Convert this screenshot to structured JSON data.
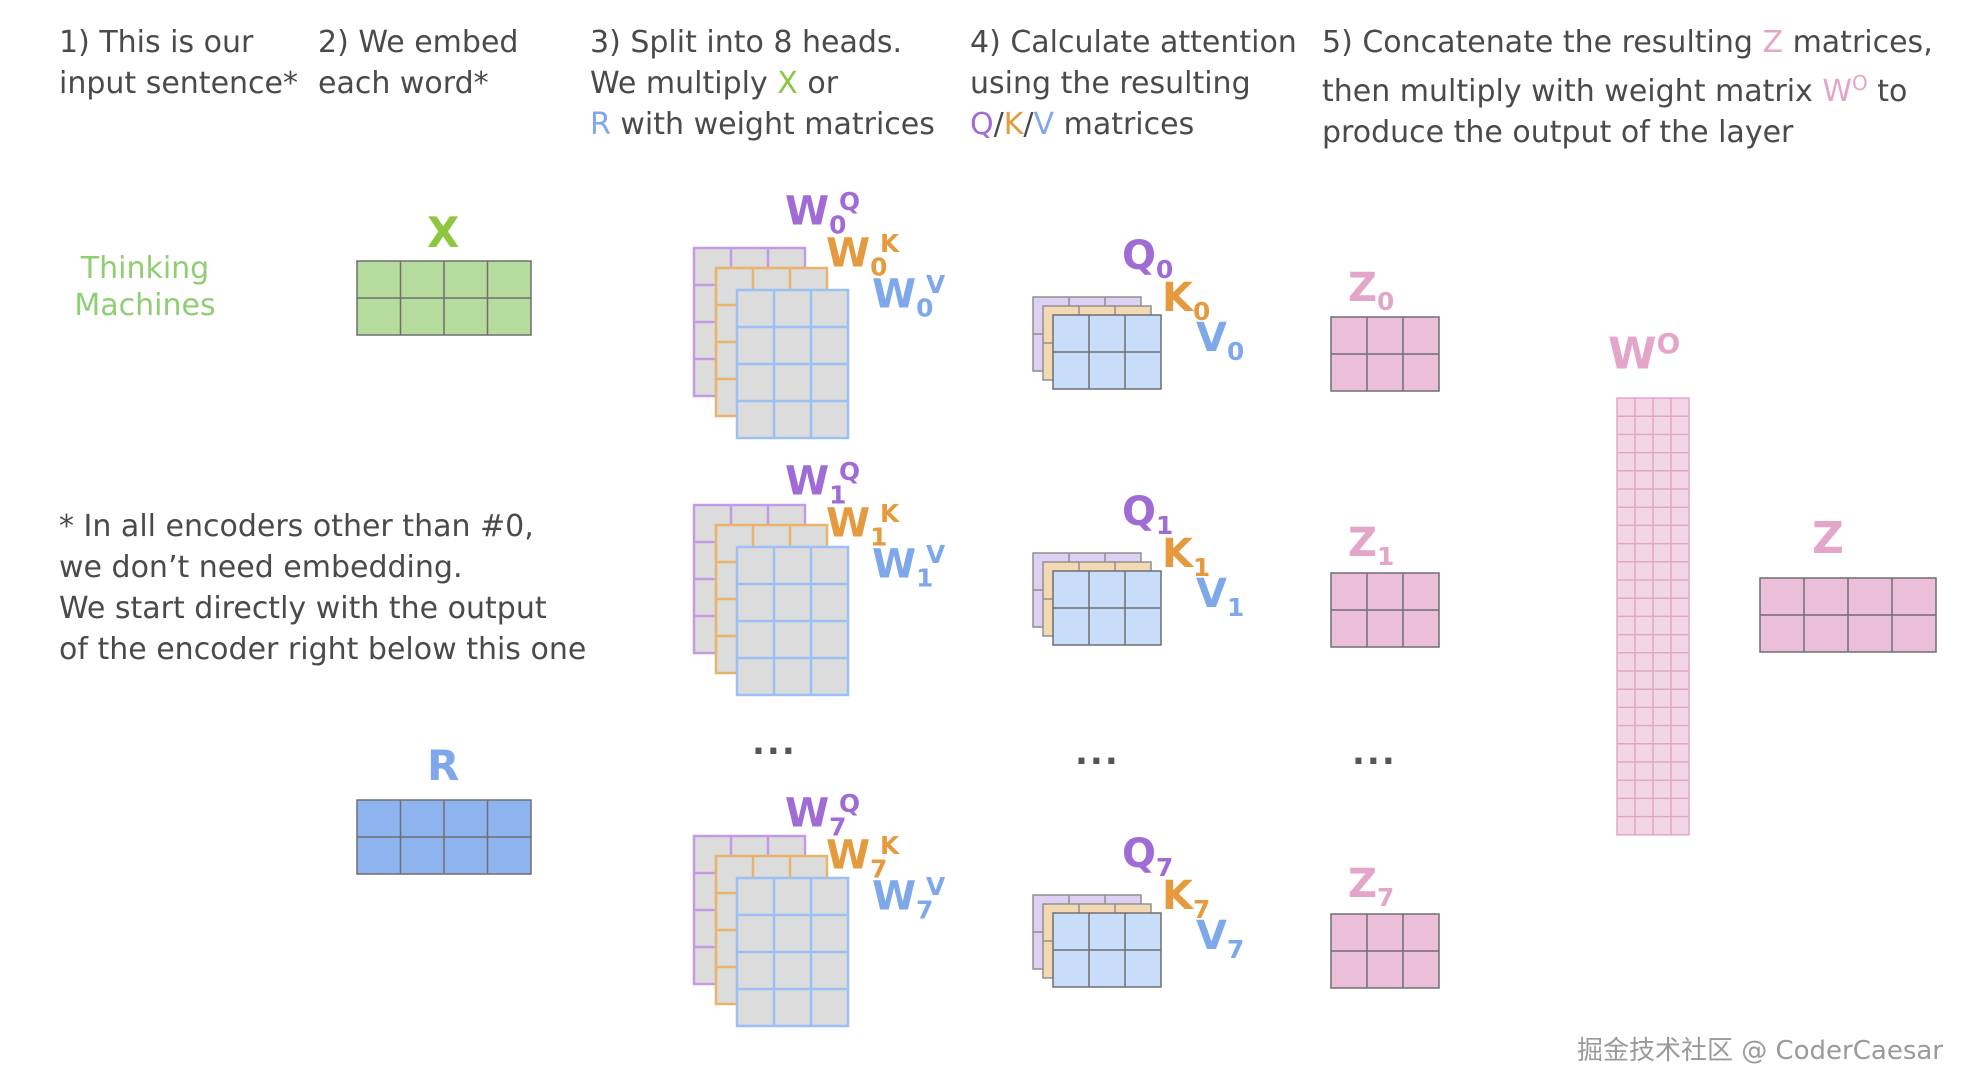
{
  "steps": [
    {
      "lines": [
        "1) This is our",
        "input sentence*"
      ]
    },
    {
      "lines": [
        "2) We embed",
        "each word*"
      ]
    },
    {
      "line1": "3) Split into 8 heads.",
      "line2_a": "We multiply ",
      "line2_x": "X",
      "line2_b": " or",
      "line3_r": "R",
      "line3_b": " with weight matrices"
    },
    {
      "line1": "4) Calculate attention",
      "line2": "using the resulting",
      "line3_q": "Q",
      "line3_s1": "/",
      "line3_k": "K",
      "line3_s2": "/",
      "line3_v": "V",
      "line3_b": " matrices"
    },
    {
      "line1_a": "5) Concatenate the resulting ",
      "line1_z": "Z",
      "line1_b": " matrices,",
      "line2_a": "then multiply with weight matrix ",
      "line2_w": "W",
      "line2_o": "O",
      "line2_b": " to",
      "line3": "produce the output of the layer"
    }
  ],
  "sentence": [
    "Thinking",
    "Machines"
  ],
  "note": [
    "* In all encoders other than #0,",
    "we don’t need embedding.",
    "We start directly with the output",
    "of the encoder right below this one"
  ],
  "labels": {
    "x": "X",
    "r": "R",
    "w": "W",
    "q": "Q",
    "k": "K",
    "v": "V",
    "z": "Z",
    "o": "O",
    "head_indices": [
      "0",
      "1",
      "7"
    ]
  },
  "ellipsis": "...",
  "watermark": "掘金技术社区 @ CoderCaesar",
  "colors": {
    "x": "#8dc63f",
    "r": "#7fa8ea",
    "q": "#a06bd5",
    "k": "#e59a3e",
    "v": "#7fa8ea",
    "z": "#e3a6c8",
    "text": "#4a4a4a"
  }
}
